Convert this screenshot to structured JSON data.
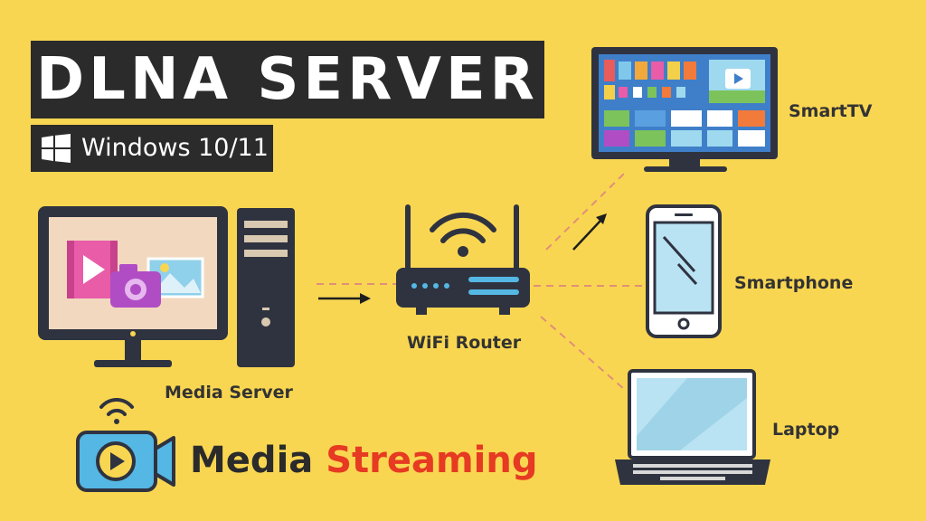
{
  "title": "DLNA SERVER",
  "os_badge": "Windows 10/11",
  "nodes": {
    "media_server": "Media Server",
    "router": "WiFi Router",
    "smart_tv": "SmartTV",
    "smartphone": "Smartphone",
    "laptop": "Laptop"
  },
  "banner": {
    "word1": "Media",
    "word2": "Streaming"
  },
  "colors": {
    "background": "#f9d651",
    "dark": "#2b2b2b",
    "accent_red": "#e63a22",
    "connector": "#e08f7a",
    "screen_blue": "#b9e3f2",
    "icon_blue": "#55b7e3"
  },
  "icons": [
    "windows-logo-icon",
    "desktop-computer-icon",
    "wifi-router-icon",
    "smart-tv-icon",
    "smartphone-icon",
    "laptop-icon",
    "video-camera-icon",
    "wifi-signal-icon",
    "arrow-icon"
  ]
}
